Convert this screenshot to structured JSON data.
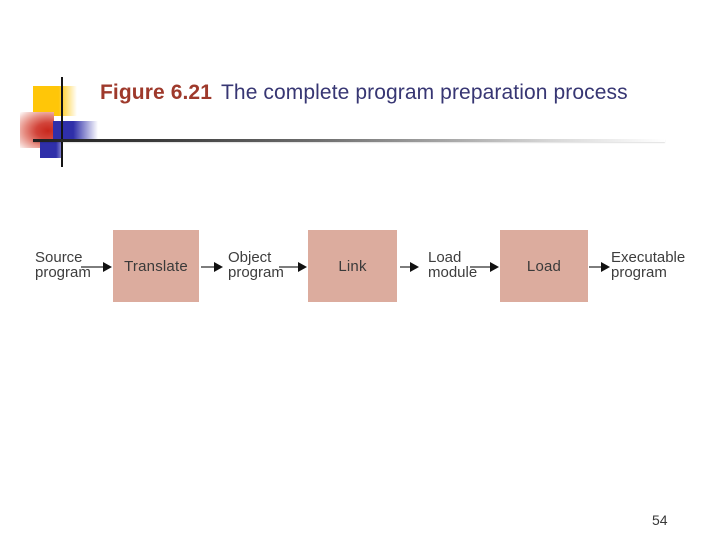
{
  "slide": {
    "title": {
      "figure_label": "Figure 6.21",
      "text": "The complete program preparation process"
    },
    "page_number": "54",
    "diagram": {
      "description": "program preparation flow",
      "labels": [
        {
          "lines": [
            "Source",
            "program"
          ]
        },
        {
          "lines": [
            "Object",
            "program"
          ]
        },
        {
          "lines": [
            "Load",
            "module"
          ]
        },
        {
          "lines": [
            "Executable",
            "program"
          ]
        }
      ],
      "boxes": [
        {
          "label": "Translate"
        },
        {
          "label": "Link"
        },
        {
          "label": "Load"
        }
      ],
      "flow_order": [
        "Source program",
        "Translate",
        "Object program",
        "Link",
        "Load module",
        "Load",
        "Executable program"
      ]
    },
    "colors": {
      "figure_label": "#9e392b",
      "title_text": "#373673",
      "box_fill": "#dcac9e",
      "diagram_text": "#3d3d3d",
      "arrow_shaft": "#7d7d7d",
      "arrow_head": "#111111",
      "accent_yellow": "#ffc608",
      "accent_red": "#c8271c",
      "accent_blue": "#2f2fa9",
      "underline_dark": "#1f1f1f",
      "background": "#ffffff"
    }
  }
}
